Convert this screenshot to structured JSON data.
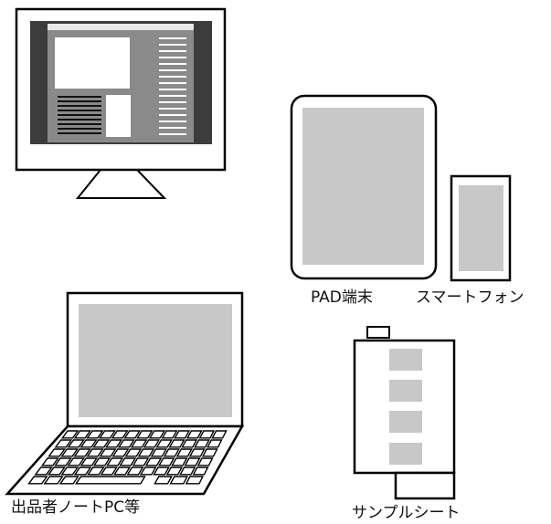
{
  "labels": {
    "pad": "PAD端末",
    "smartphone": "スマートフォン",
    "laptop": "出品者ノートPC等",
    "sample_sheet": "サンプルシート"
  },
  "colors": {
    "outline": "#000000",
    "screen_gray": "#c8c8c8",
    "dark_gray": "#3c3c3c",
    "frame_gray": "#8a8a8a",
    "background": "#ffffff"
  },
  "icons": {
    "monitor": "desktop-monitor-icon",
    "tablet": "tablet-icon",
    "smartphone": "smartphone-icon",
    "laptop": "laptop-icon",
    "sample_sheet": "sample-sheet-icon"
  }
}
